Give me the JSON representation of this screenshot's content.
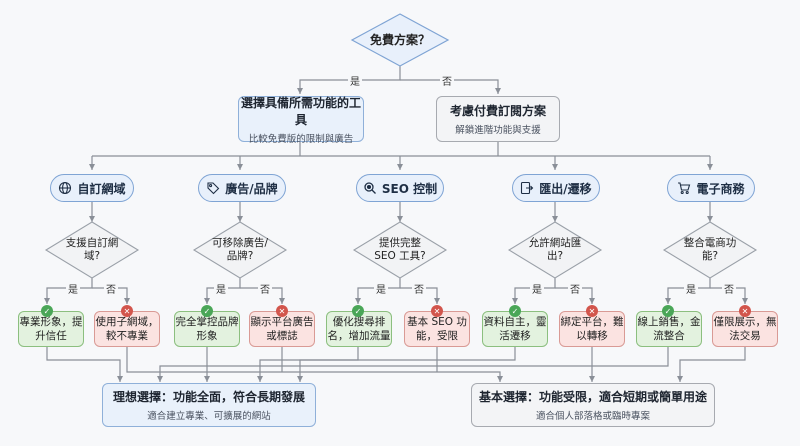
{
  "top_question": "免費方案？",
  "edge_yes": "是",
  "edge_no": "否",
  "free_path": {
    "title": "選擇具備所需功能的工具",
    "subtitle": "比較免費版的限制與廣告"
  },
  "paid_path": {
    "title": "考慮付費訂閱方案",
    "subtitle": "解鎖進階功能與支援"
  },
  "categories": [
    {
      "label": "自訂網域",
      "icon": "globe-icon",
      "question": "支援自訂網域?",
      "yes_text": "專業形象，提升信任",
      "no_text": "使用子網域，較不專業"
    },
    {
      "label": "廣告/品牌",
      "icon": "tag-icon",
      "question": "可移除廣告/品牌?",
      "yes_text": "完全掌控品牌形象",
      "no_text": "顯示平台廣告或標誌"
    },
    {
      "label": "SEO 控制",
      "icon": "seo-search-icon",
      "question": "提供完整 SEO 工具?",
      "yes_text": "優化搜尋排名，增加流量",
      "no_text": "基本 SEO 功能，受限"
    },
    {
      "label": "匯出/遷移",
      "icon": "export-icon",
      "question": "允許網站匯出?",
      "yes_text": "資料自主，靈活遷移",
      "no_text": "綁定平台，難以轉移"
    },
    {
      "label": "電子商務",
      "icon": "cart-icon",
      "question": "整合電商功能?",
      "yes_text": "線上銷售，金流整合",
      "no_text": "僅限展示，無法交易"
    }
  ],
  "ideal": {
    "title": "理想選擇：功能全面，符合長期發展",
    "subtitle": "適合建立專業、可擴展的網站"
  },
  "basic": {
    "title": "基本選擇：功能受限，適合短期或簡單用途",
    "subtitle": "適合個人部落格或臨時專案"
  },
  "colors": {
    "accent_blue": "#7fa4d4",
    "yes_green": "#4aa657",
    "no_red": "#d2554c",
    "line_gray": "#8a8f98"
  }
}
